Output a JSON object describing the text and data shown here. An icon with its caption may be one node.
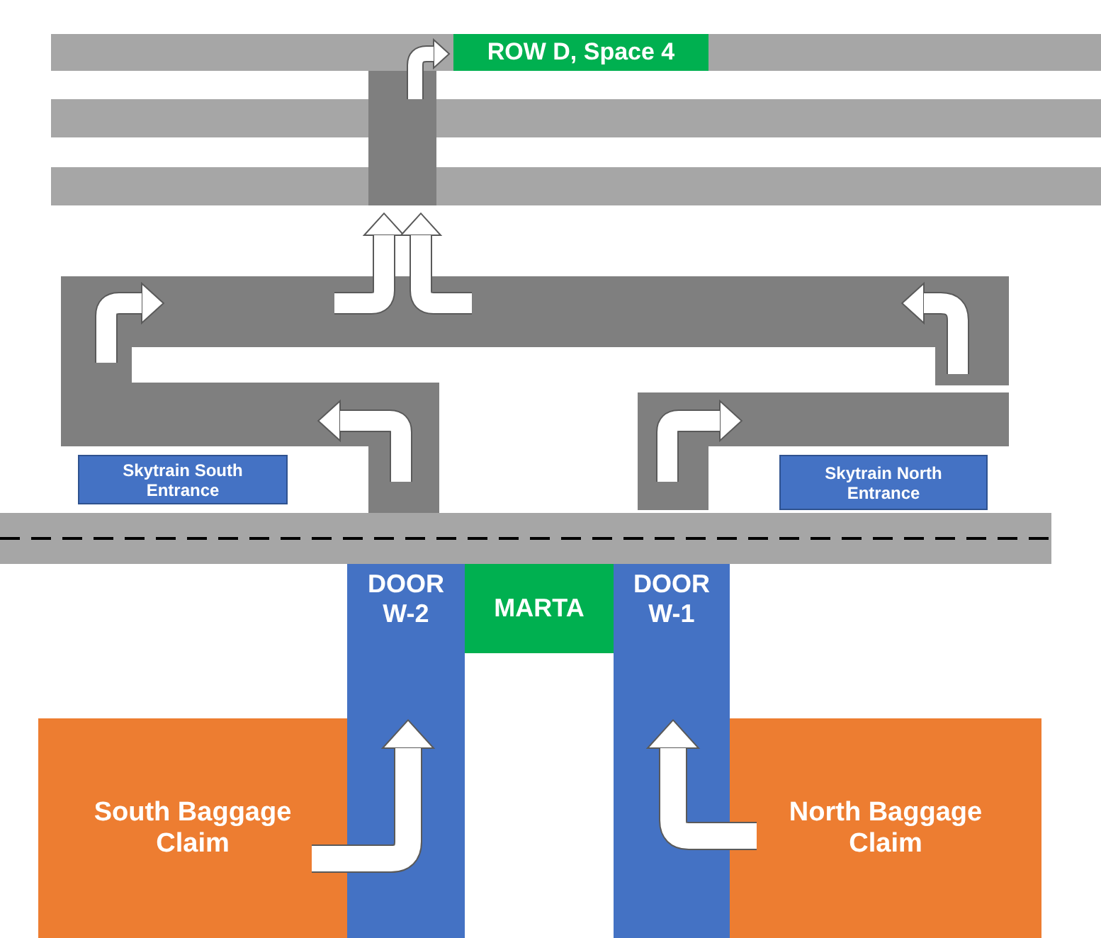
{
  "diagram": {
    "nodes": [
      {
        "text": [
          "ROW D, Space 4"
        ]
      },
      {
        "text": [
          "Skytrain South Entrance"
        ]
      },
      {
        "text": [
          "Skytrain North Entrance"
        ]
      },
      {
        "text": [
          "DOOR W-2"
        ]
      },
      {
        "text": [
          "MARTA"
        ]
      },
      {
        "text": [
          "DOOR W-1"
        ]
      },
      {
        "text": [
          "South Baggage Claim"
        ]
      },
      {
        "text": [
          "North Baggage Claim"
        ]
      }
    ],
    "edges": [
      {
        "from": 6,
        "to": 3,
        "arrow": "to"
      },
      {
        "from": 7,
        "to": 5,
        "arrow": "to"
      }
    ]
  }
}
